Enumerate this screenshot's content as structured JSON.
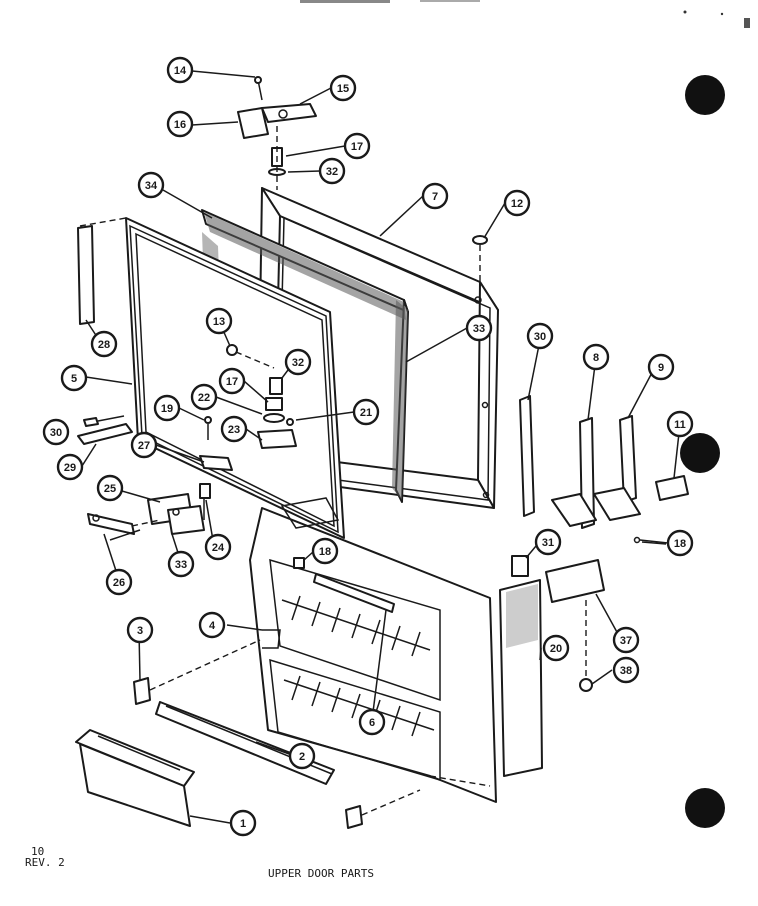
{
  "page_number": "10",
  "revision": "REV. 2",
  "title": "UPPER DOOR PARTS",
  "callouts": [
    {
      "label": "14"
    },
    {
      "label": "15"
    },
    {
      "label": "16"
    },
    {
      "label": "17"
    },
    {
      "label": "32"
    },
    {
      "label": "7"
    },
    {
      "label": "12"
    },
    {
      "label": "34"
    },
    {
      "label": "28"
    },
    {
      "label": "13"
    },
    {
      "label": "32"
    },
    {
      "label": "33"
    },
    {
      "label": "5"
    },
    {
      "label": "17"
    },
    {
      "label": "22"
    },
    {
      "label": "21"
    },
    {
      "label": "19"
    },
    {
      "label": "23"
    },
    {
      "label": "30"
    },
    {
      "label": "27"
    },
    {
      "label": "29"
    },
    {
      "label": "30"
    },
    {
      "label": "8"
    },
    {
      "label": "9"
    },
    {
      "label": "11"
    },
    {
      "label": "25"
    },
    {
      "label": "24"
    },
    {
      "label": "33"
    },
    {
      "label": "26"
    },
    {
      "label": "18"
    },
    {
      "label": "18"
    },
    {
      "label": "31"
    },
    {
      "label": "4"
    },
    {
      "label": "3"
    },
    {
      "label": "20"
    },
    {
      "label": "37"
    },
    {
      "label": "38"
    },
    {
      "label": "6"
    },
    {
      "label": "2"
    },
    {
      "label": "1"
    }
  ],
  "colors": {
    "ink": "#1a1a1a",
    "paper": "#ffffff"
  }
}
